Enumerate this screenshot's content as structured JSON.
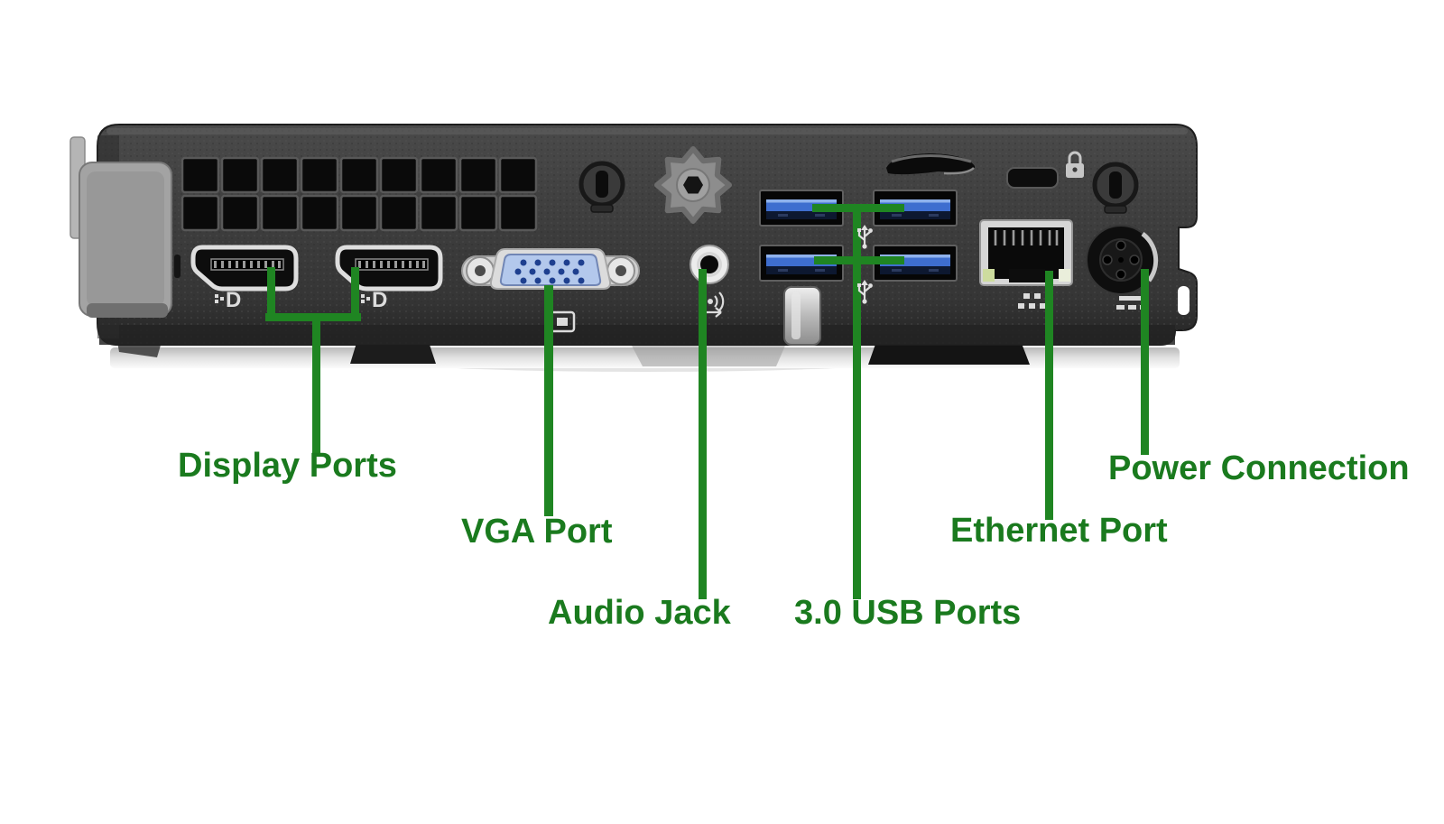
{
  "page": {
    "description": "Rear view photo of a mini desktop PC with its ports annotated by green lines and labels"
  },
  "colors": {
    "label_text": "#1a7a1e",
    "annotation_line": "#1f8522",
    "background": "#ffffff"
  },
  "labels": {
    "display_ports": "Display Ports",
    "vga": "VGA Port",
    "audio": "Audio Jack",
    "usb": "3.0 USB Ports",
    "ethernet": "Ethernet Port",
    "power": "Power Connection"
  },
  "icons": {
    "displayport-icon": "DisplayPort logo beside each DP socket",
    "vga-monitor-icon": "monitor outline below VGA socket",
    "audio-out-icon": "speaker with sound waves and arrow below audio jack",
    "usb3-trident-icon": "USB trident between USB ports",
    "ethernet-network-icon": "network nodes below RJ45 jack",
    "dc-power-icon": "solid and dashed DC lines below power socket",
    "padlock-icon": "padlock engraving beside security slot"
  }
}
